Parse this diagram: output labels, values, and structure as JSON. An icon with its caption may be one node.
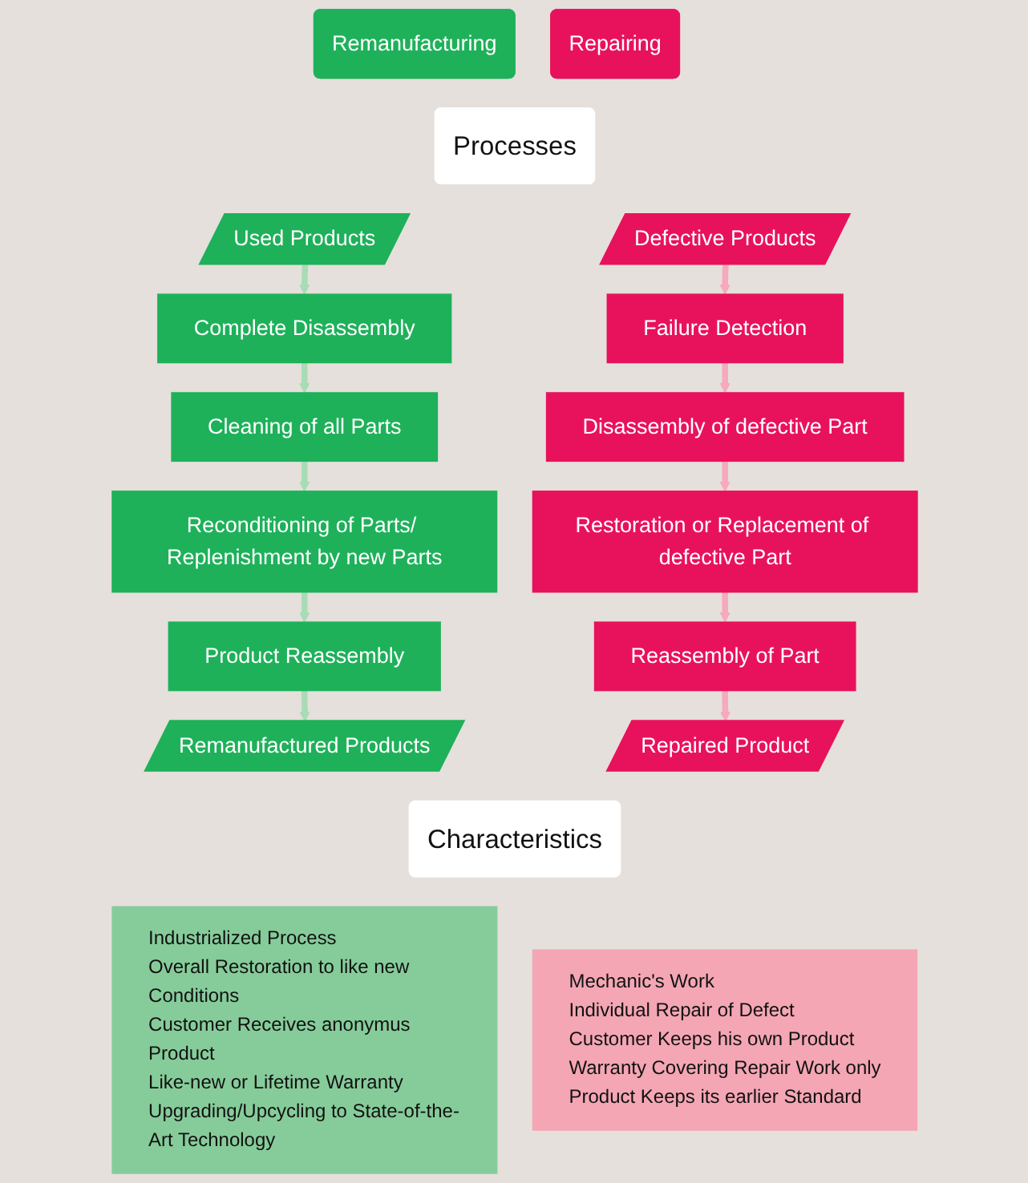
{
  "diagram": {
    "nodes": [
      {
        "text": [
          "Remanufacturing"
        ]
      },
      {
        "text": [
          "Repairing"
        ]
      },
      {
        "text": [
          "Processes"
        ]
      },
      {
        "text": [
          "Used Products"
        ]
      },
      {
        "text": [
          "Defective Products"
        ]
      },
      {
        "text": [
          "Complete Disassembly"
        ]
      },
      {
        "text": [
          "Failure Detection"
        ]
      },
      {
        "text": [
          "Cleaning of all Parts"
        ]
      },
      {
        "text": [
          "Disassembly of defective Part"
        ]
      },
      {
        "text": [
          "Reconditioning of Parts/ Replenishment by new Parts"
        ]
      },
      {
        "text": [
          "Restoration or Replacement of defective Part"
        ]
      },
      {
        "text": [
          "Product Reassembly"
        ]
      },
      {
        "text": [
          "Reassembly of Part"
        ]
      },
      {
        "text": [
          "Remanufactured Products"
        ]
      },
      {
        "text": [
          "Repaired Product"
        ]
      },
      {
        "text": [
          "Characteristics"
        ]
      },
      {
        "text": [
          "Industrialized Process",
          "Overall Restoration to like new Conditions",
          "Customer Receives anonymus Product",
          "Like-new or Lifetime Warranty",
          "Upgrading/Upcycling to State-of-the-Art Technology"
        ]
      },
      {
        "text": [
          "Mechanic's Work",
          "Individual Repair of Defect",
          "Customer Keeps his own Product",
          "Warranty Covering Repair Work only",
          "Product Keeps its earlier Standard"
        ]
      }
    ],
    "edges": [
      {
        "from": 3,
        "to": 5,
        "arrow": "to",
        "color": "#a8dcb4"
      },
      {
        "from": 5,
        "to": 7,
        "arrow": "to",
        "color": "#a8dcb4"
      },
      {
        "from": 7,
        "to": 9,
        "arrow": "to",
        "color": "#a8dcb4"
      },
      {
        "from": 9,
        "to": 11,
        "arrow": "to",
        "color": "#a8dcb4"
      },
      {
        "from": 11,
        "to": 13,
        "arrow": "to",
        "color": "#a8dcb4"
      },
      {
        "from": 4,
        "to": 6,
        "arrow": "to",
        "color": "#f7a9bd"
      },
      {
        "from": 6,
        "to": 8,
        "arrow": "to",
        "color": "#f7a9bd"
      },
      {
        "from": 8,
        "to": 10,
        "arrow": "to",
        "color": "#f7a9bd"
      },
      {
        "from": 10,
        "to": 12,
        "arrow": "to",
        "color": "#f7a9bd"
      },
      {
        "from": 12,
        "to": 14,
        "arrow": "to",
        "color": "#f7a9bd"
      }
    ]
  }
}
